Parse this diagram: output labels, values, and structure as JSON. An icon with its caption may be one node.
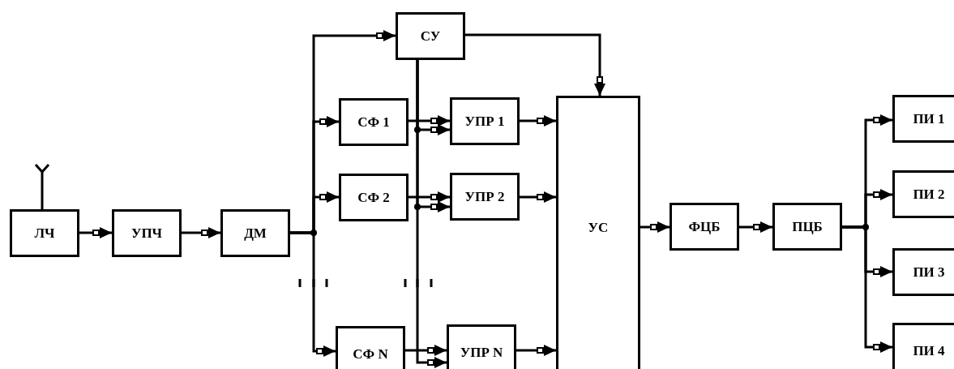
{
  "diagram": {
    "nodes": [
      {
        "text": [
          "ЛЧ"
        ]
      },
      {
        "text": [
          "УПЧ"
        ]
      },
      {
        "text": [
          "ДМ"
        ]
      },
      {
        "text": [
          "СУ"
        ]
      },
      {
        "text": [
          "СФ 1"
        ]
      },
      {
        "text": [
          "СФ 2"
        ]
      },
      {
        "text": [
          "СФ N"
        ]
      },
      {
        "text": [
          "УПР 1"
        ]
      },
      {
        "text": [
          "УПР 2"
        ]
      },
      {
        "text": [
          "УПР N"
        ]
      },
      {
        "text": [
          "УС"
        ]
      },
      {
        "text": [
          "ФЦБ"
        ]
      },
      {
        "text": [
          "ПЦБ"
        ]
      },
      {
        "text": [
          "ПИ 1"
        ]
      },
      {
        "text": [
          "ПИ 2"
        ]
      },
      {
        "text": [
          "ПИ 3"
        ]
      },
      {
        "text": [
          "ПИ 4"
        ]
      }
    ],
    "edges": [
      {
        "from": 0,
        "to": 1,
        "arrow": "to"
      },
      {
        "from": 1,
        "to": 2,
        "arrow": "to"
      },
      {
        "from": 2,
        "to": 3,
        "arrow": "to"
      },
      {
        "from": 2,
        "to": 4,
        "arrow": "to"
      },
      {
        "from": 2,
        "to": 5,
        "arrow": "to"
      },
      {
        "from": 2,
        "to": 6,
        "arrow": "to"
      },
      {
        "from": 4,
        "to": 7,
        "arrow": "to"
      },
      {
        "from": 5,
        "to": 8,
        "arrow": "to"
      },
      {
        "from": 6,
        "to": 9,
        "arrow": "to"
      },
      {
        "from": 3,
        "to": 7,
        "arrow": "to"
      },
      {
        "from": 3,
        "to": 8,
        "arrow": "to"
      },
      {
        "from": 3,
        "to": 9,
        "arrow": "to"
      },
      {
        "from": 3,
        "to": 10,
        "arrow": "to"
      },
      {
        "from": 7,
        "to": 10,
        "arrow": "to"
      },
      {
        "from": 8,
        "to": 10,
        "arrow": "to"
      },
      {
        "from": 9,
        "to": 10,
        "arrow": "to"
      },
      {
        "from": 10,
        "to": 11,
        "arrow": "to"
      },
      {
        "from": 11,
        "to": 12,
        "arrow": "to"
      },
      {
        "from": 12,
        "to": 13,
        "arrow": "to"
      },
      {
        "from": 12,
        "to": 14,
        "arrow": "to"
      },
      {
        "from": 12,
        "to": 15,
        "arrow": "to"
      },
      {
        "from": 12,
        "to": 16,
        "arrow": "to"
      }
    ]
  }
}
